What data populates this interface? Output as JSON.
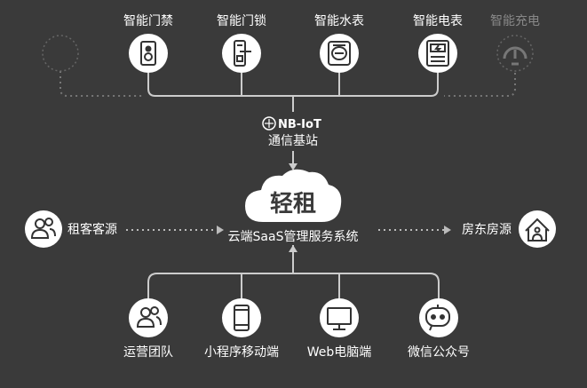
{
  "devices": [
    {
      "label": "智能门禁",
      "icon": "door-access-icon",
      "faded": false
    },
    {
      "label": "智能门锁",
      "icon": "door-lock-icon",
      "faded": false
    },
    {
      "label": "智能水表",
      "icon": "water-meter-icon",
      "faded": false
    },
    {
      "label": "智能电表",
      "icon": "electric-meter-icon",
      "faded": false
    },
    {
      "label": "智能充电",
      "icon": "charging-icon",
      "faded": true
    }
  ],
  "base_station": {
    "logo_text": "NB-IoT",
    "label": "通信基站"
  },
  "center": {
    "brand": "轻租",
    "platform": "云端SaaS管理服务系统"
  },
  "left_node": {
    "label": "租客客源",
    "icon": "tenants-icon"
  },
  "right_node": {
    "label": "房东房源",
    "icon": "landlord-house-icon"
  },
  "clients": [
    {
      "label": "运营团队",
      "icon": "operations-team-icon"
    },
    {
      "label": "小程序移动端",
      "icon": "mobile-phone-icon"
    },
    {
      "label": "Web电脑端",
      "icon": "desktop-monitor-icon"
    },
    {
      "label": "微信公众号",
      "icon": "wechat-official-icon"
    }
  ],
  "colors": {
    "background": "#3a3a3a",
    "node_fill": "#ffffff",
    "icon_stroke": "#333333",
    "line": "#cccccc",
    "faded": "#888888"
  }
}
